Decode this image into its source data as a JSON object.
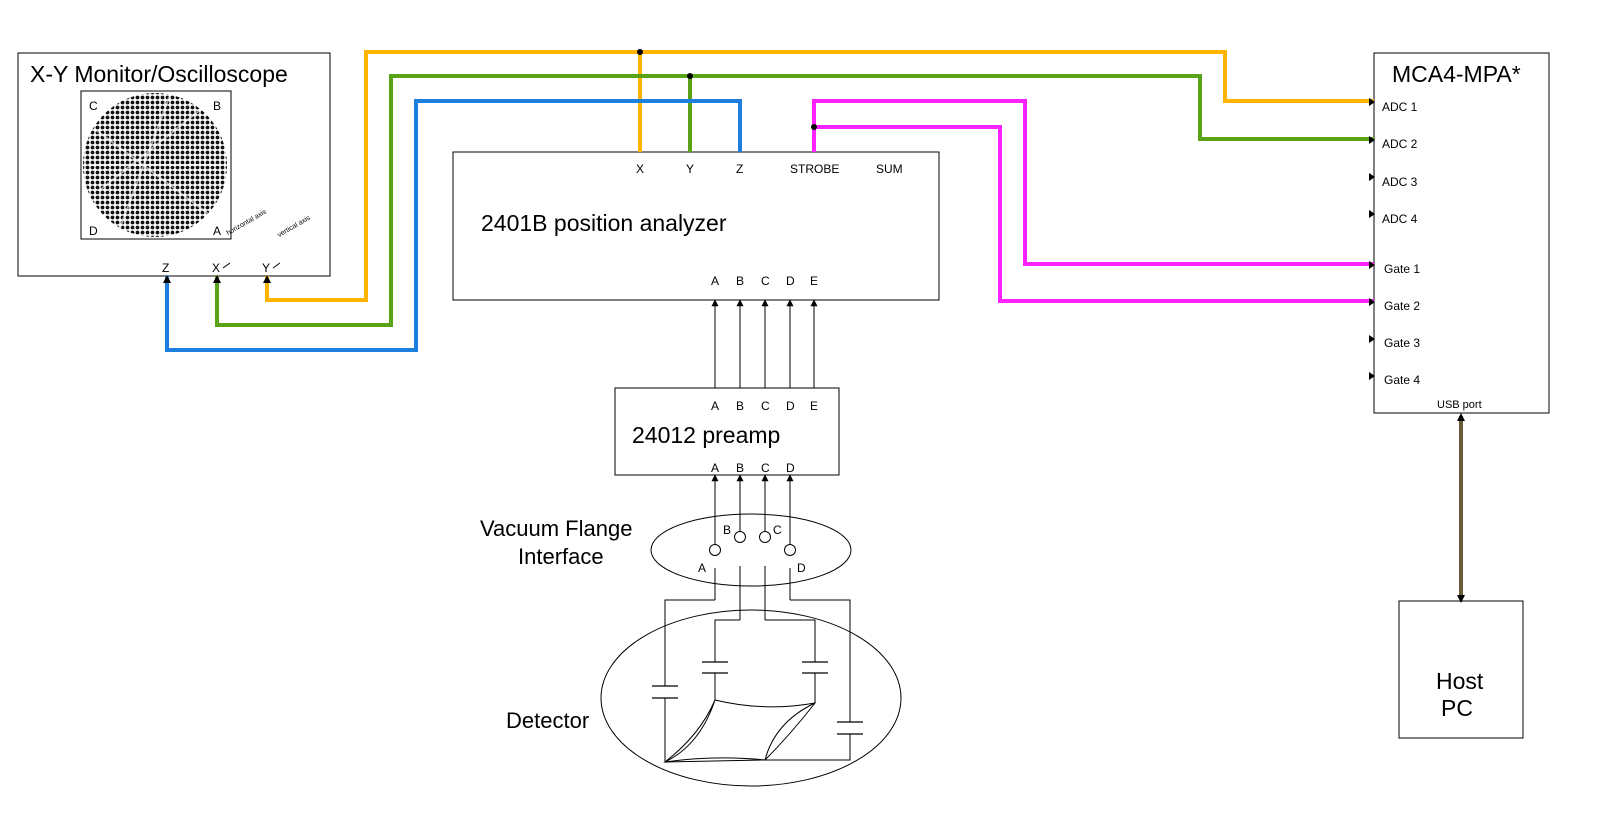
{
  "monitor": {
    "title": "X-Y Monitor/Oscilloscope",
    "corners": [
      "C",
      "B",
      "D",
      "A"
    ],
    "inputs": [
      "Z",
      "X",
      "Y"
    ],
    "axis_notes": {
      "horizontal": "horizontal axis",
      "vertical": "vertical axis"
    }
  },
  "analyzer": {
    "title": "2401B  position analyzer",
    "outputs": [
      "X",
      "Y",
      "Z",
      "STROBE",
      "SUM"
    ],
    "inputs": [
      "A",
      "B",
      "C",
      "D",
      "E"
    ]
  },
  "preamp": {
    "title": "24012  preamp",
    "outputs": [
      "A",
      "B",
      "C",
      "D",
      "E"
    ],
    "inputs": [
      "A",
      "B",
      "C",
      "D"
    ]
  },
  "flange": {
    "title_line1": "Vacuum Flange",
    "title_line2": "Interface",
    "pins": [
      "A",
      "B",
      "C",
      "D"
    ]
  },
  "detector": {
    "title": "Detector"
  },
  "mca": {
    "title": "MCA4-MPA*",
    "ports": [
      "ADC 1",
      "ADC 2",
      "ADC 3",
      "ADC 4",
      "Gate 1",
      "Gate 2",
      "Gate 3",
      "Gate 4"
    ],
    "usb": "USB port"
  },
  "pc": {
    "line1": "Host",
    "line2": "PC"
  },
  "colors": {
    "x_signal": "#FFB400",
    "y_signal": "#5AA316",
    "z_signal": "#1C7FE0",
    "strobe": "#FF22FF",
    "usb_cable": "#6B5A37"
  }
}
